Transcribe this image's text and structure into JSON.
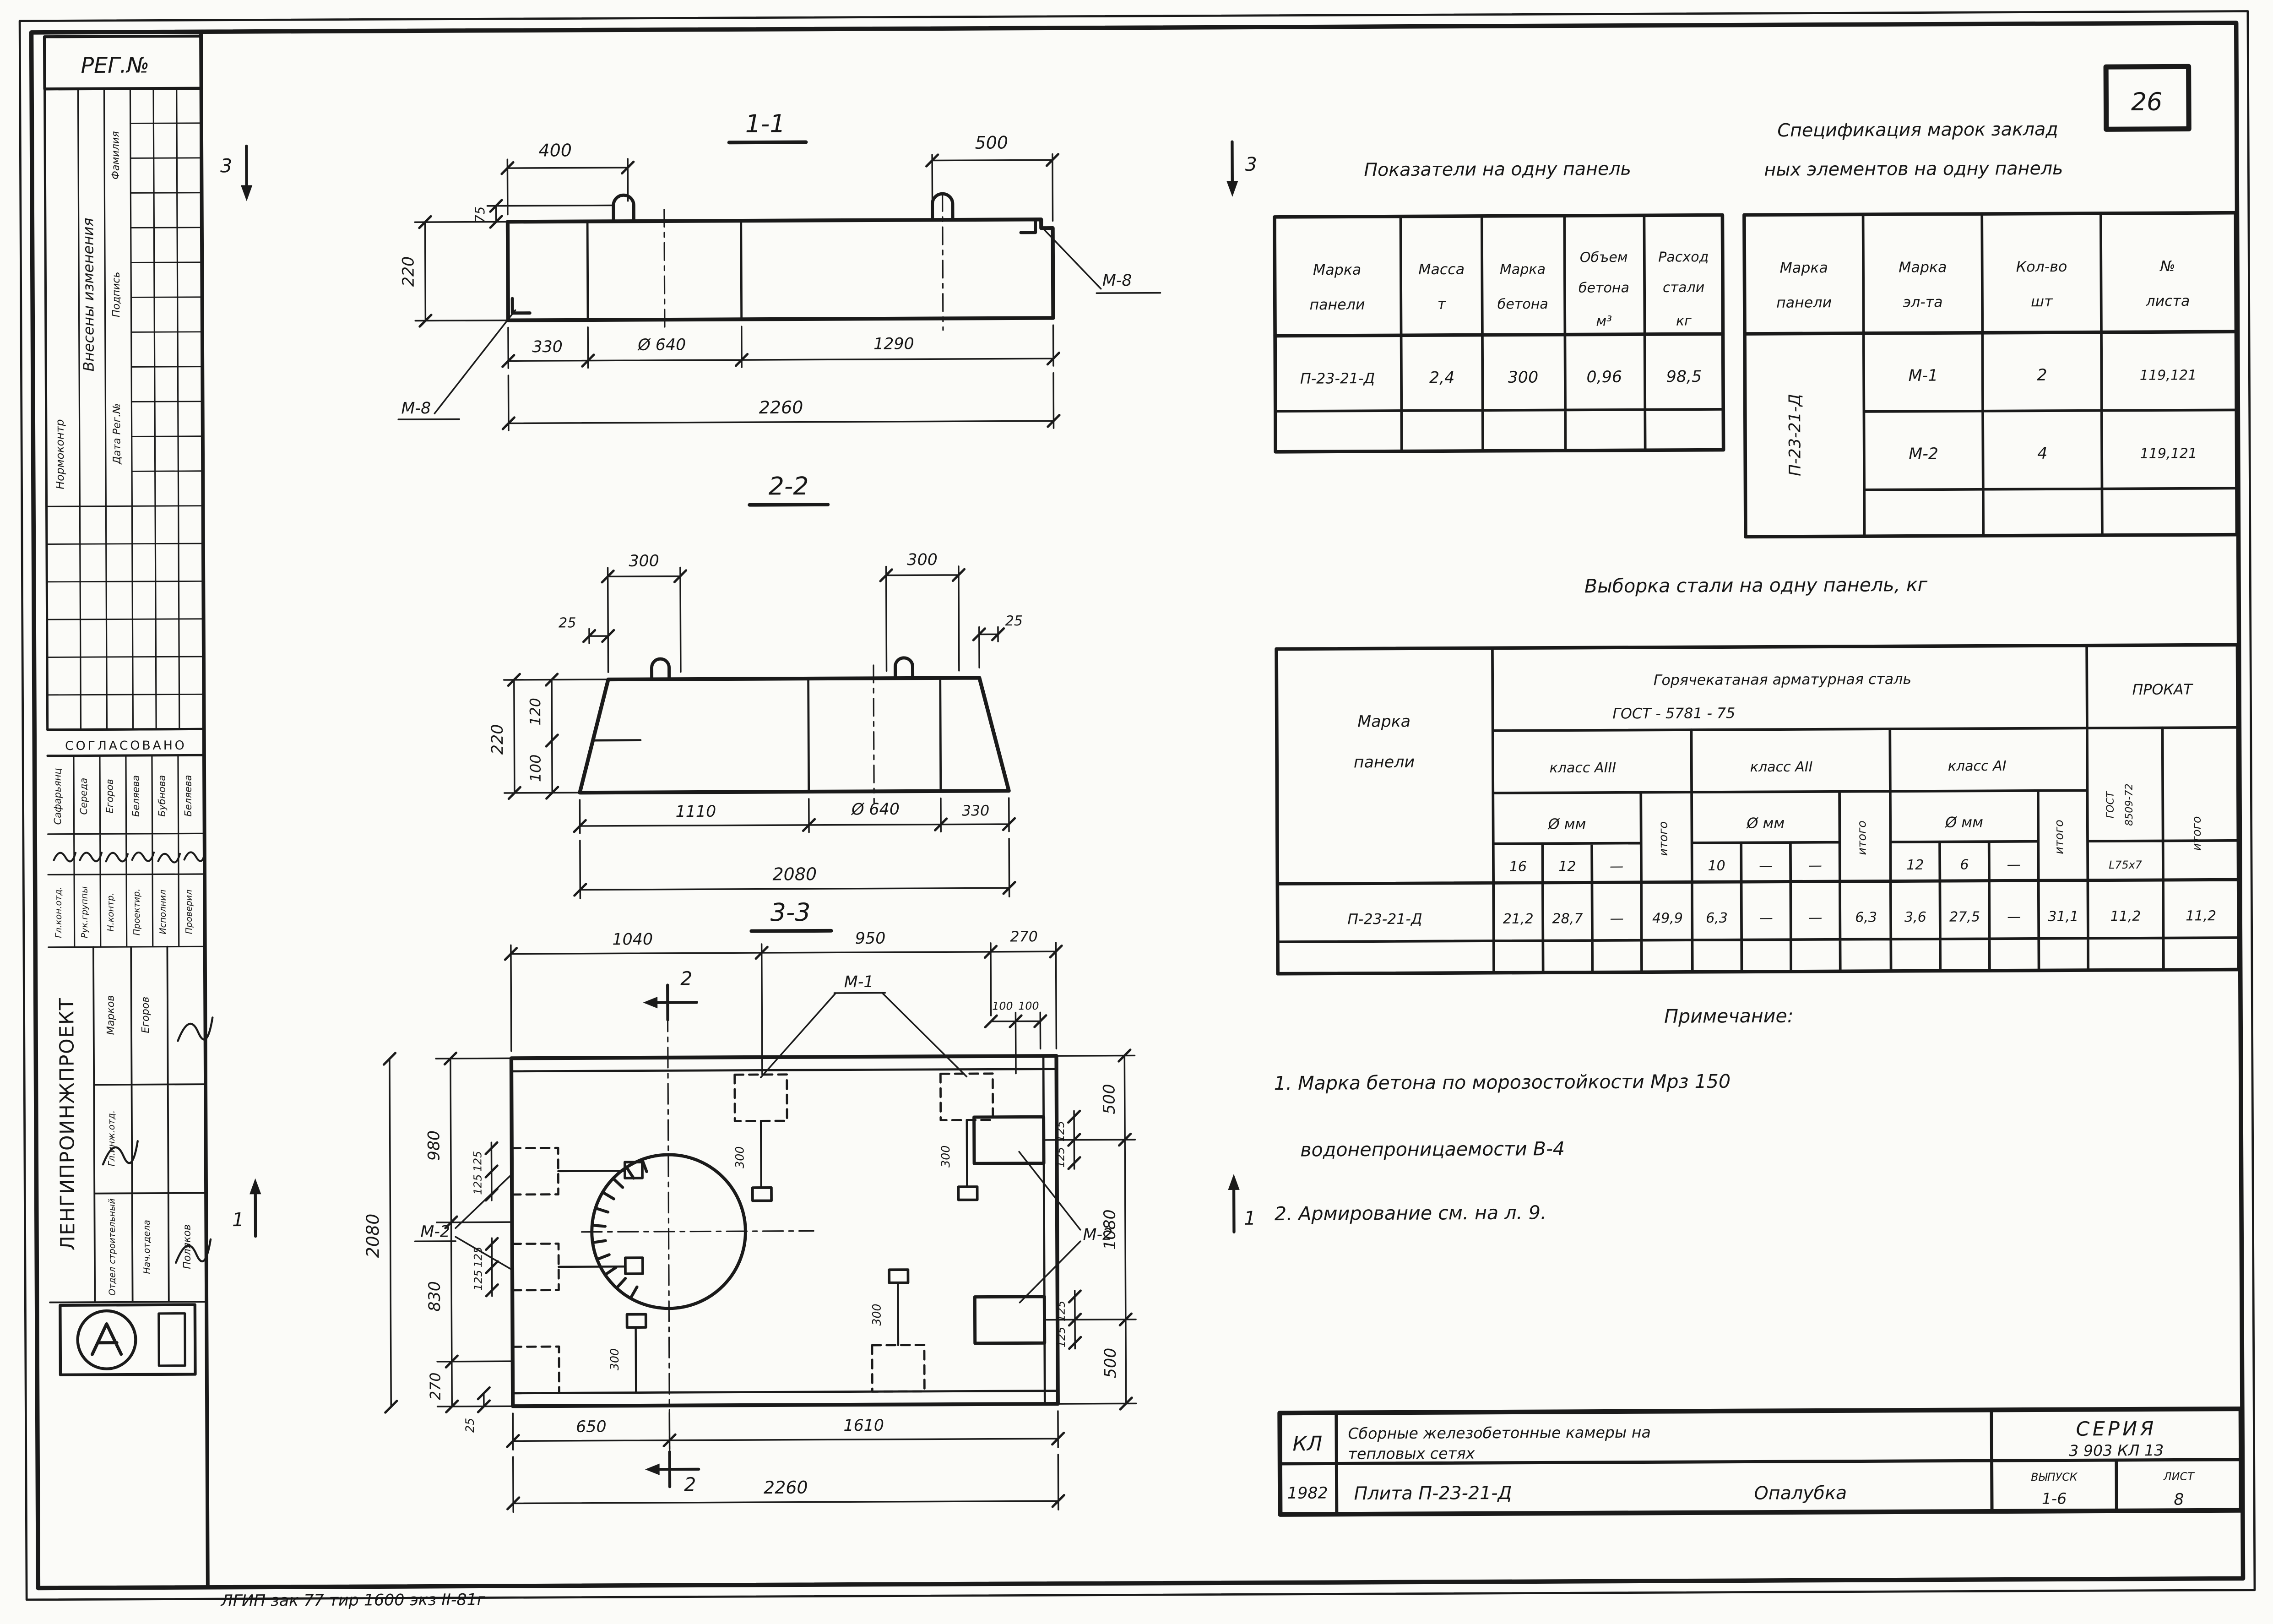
{
  "page": {
    "sheet_number": "26",
    "reg_label": "РЕГ.№",
    "print_stamp": "ЛГИП   зак 77   тир 1600 экз   II-81г"
  },
  "titles": {
    "indicators": "Показатели  на  одну  панель",
    "spec_line1": "Спецификация  марок  заклад",
    "spec_line2": "ных  элементов  на  одну панель",
    "steel": "Выборка  стали  на  одну  панель, кг",
    "notes": "Примечание:"
  },
  "notes": {
    "n1a": "1. Марка  бетона   по   морозостойкости    Мрз 150",
    "n1b": "водонепроницаемости   В-4",
    "n2": "2. Армирование   см. на л. 9."
  },
  "indicators_table": {
    "h1a": "Марка",
    "h1b": "панели",
    "h2a": "Масса",
    "h2b": "т",
    "h3a": "Марка",
    "h3b": "бетона",
    "h4a": "Объем",
    "h4b": "бетона",
    "h4c": "м³",
    "h5a": "Расход",
    "h5b": "стали",
    "h5c": "кг",
    "row": [
      "П-23-21-Д",
      "2,4",
      "300",
      "0,96",
      "98,5"
    ]
  },
  "spec_table": {
    "h1a": "Марка",
    "h1b": "панели",
    "h2a": "Марка",
    "h2b": "эл-та",
    "h3a": "Кол-во",
    "h3b": "шт",
    "h4a": "№",
    "h4b": "листа",
    "panel_mark": "П-23-21-Д",
    "rows": [
      [
        "М-1",
        "2",
        "119,121"
      ],
      [
        "М-2",
        "4",
        "119,121"
      ]
    ]
  },
  "steel_table": {
    "mark_a": "Марка",
    "mark_b": "панели",
    "hot_line1": "Горячекатаная   арматурная   сталь",
    "hot_line2": "ГОСТ - 5781 - 75",
    "prokat": "ПРОКАТ",
    "class_a3": "класс АIII",
    "class_a2": "класс АII",
    "class_a1": "класс АI",
    "dmm": "Ø мм",
    "itogo": "итого",
    "gost_a": "ГОСТ",
    "gost_b": "8509-72",
    "l75": "L75x7",
    "dia_a3": [
      "16",
      "12",
      "—"
    ],
    "dia_a2": [
      "10",
      "—",
      "—"
    ],
    "dia_a1": [
      "12",
      "6",
      "—"
    ],
    "row_mark": "П-23-21-Д",
    "val_a3": [
      "21,2",
      "28,7",
      "—",
      "49,9"
    ],
    "val_a2": [
      "6,3",
      "—",
      "—",
      "6,3"
    ],
    "val_a1": [
      "3,6",
      "27,5",
      "—",
      "31,1"
    ],
    "val_prokat": [
      "11,2",
      "11,2"
    ]
  },
  "sections": {
    "s1": {
      "title": "1-1",
      "d400": "400",
      "d500": "500",
      "d75": "75",
      "d220": "220",
      "d330": "330",
      "d640": "Ø 640",
      "d1290": "1290",
      "d2260": "2260",
      "m8": "М-8",
      "cut3": "3"
    },
    "s2": {
      "title": "2-2",
      "d300": "300",
      "d25": "25",
      "d220": "220",
      "d120": "120",
      "d100": "100",
      "d1110": "1110",
      "d640": "Ø 640",
      "d330": "330",
      "d2080": "2080"
    },
    "s3": {
      "title": "3-3",
      "d1040": "1040",
      "d950": "950",
      "d270t": "270",
      "d100": "100",
      "d980": "980",
      "d830": "830",
      "d270": "270",
      "d2080": "2080",
      "d25": "25",
      "d125": "125",
      "d300": "300",
      "d500": "500",
      "d1080": "1080",
      "d650": "650",
      "d1610": "1610",
      "d2260": "2260",
      "m1": "М-1",
      "m2": "М-2",
      "cut1": "1",
      "cut2": "2"
    }
  },
  "title_block": {
    "logo": "КЛ",
    "year": "1982",
    "project1": "Сборные  железобетонные  камеры  на",
    "project2": "тепловых  сетях",
    "item": "Плита  П-23-21-Д",
    "doc_type": "Опалубка",
    "series_label": "СЕРИЯ",
    "series_value": "3 903 КЛ 13",
    "issue_label": "ВЫПУСК",
    "issue_value": "1-6",
    "sheet_label": "ЛИСТ",
    "sheet_value": "8"
  },
  "sidebar": {
    "changes": "Внесены изменения",
    "surname": "Фамилия",
    "signature": "Подпись",
    "date_reg": "Дата Рег.№",
    "normcontrol": "Нормоконтр",
    "approved": "СОГЛАСОВАНО",
    "approvers": [
      {
        "name": "Сафарьянц",
        "role": "Гл.кон.отд."
      },
      {
        "name": "Середа",
        "role": "Рук.группы"
      },
      {
        "name": "Егоров",
        "role": "Н.контр."
      },
      {
        "name": "Беляева",
        "role": "Проектир."
      },
      {
        "name": "Бубнова",
        "role": "Исполнил"
      },
      {
        "name": "Беляева",
        "role": "Проверил"
      }
    ],
    "organization": "ЛЕНГИПРОИНЖПРОЕКТ",
    "name_markov": "Марков",
    "name_egorov": "Егоров",
    "dept_label1": "Гл.инж.отд.",
    "dept_label2": "Отдел строительный",
    "chief_label": "Нач.отдела",
    "chief_name": "Поляков"
  },
  "colors": {
    "ink": "#1a1a1a",
    "paper": "#fbfbf8"
  }
}
